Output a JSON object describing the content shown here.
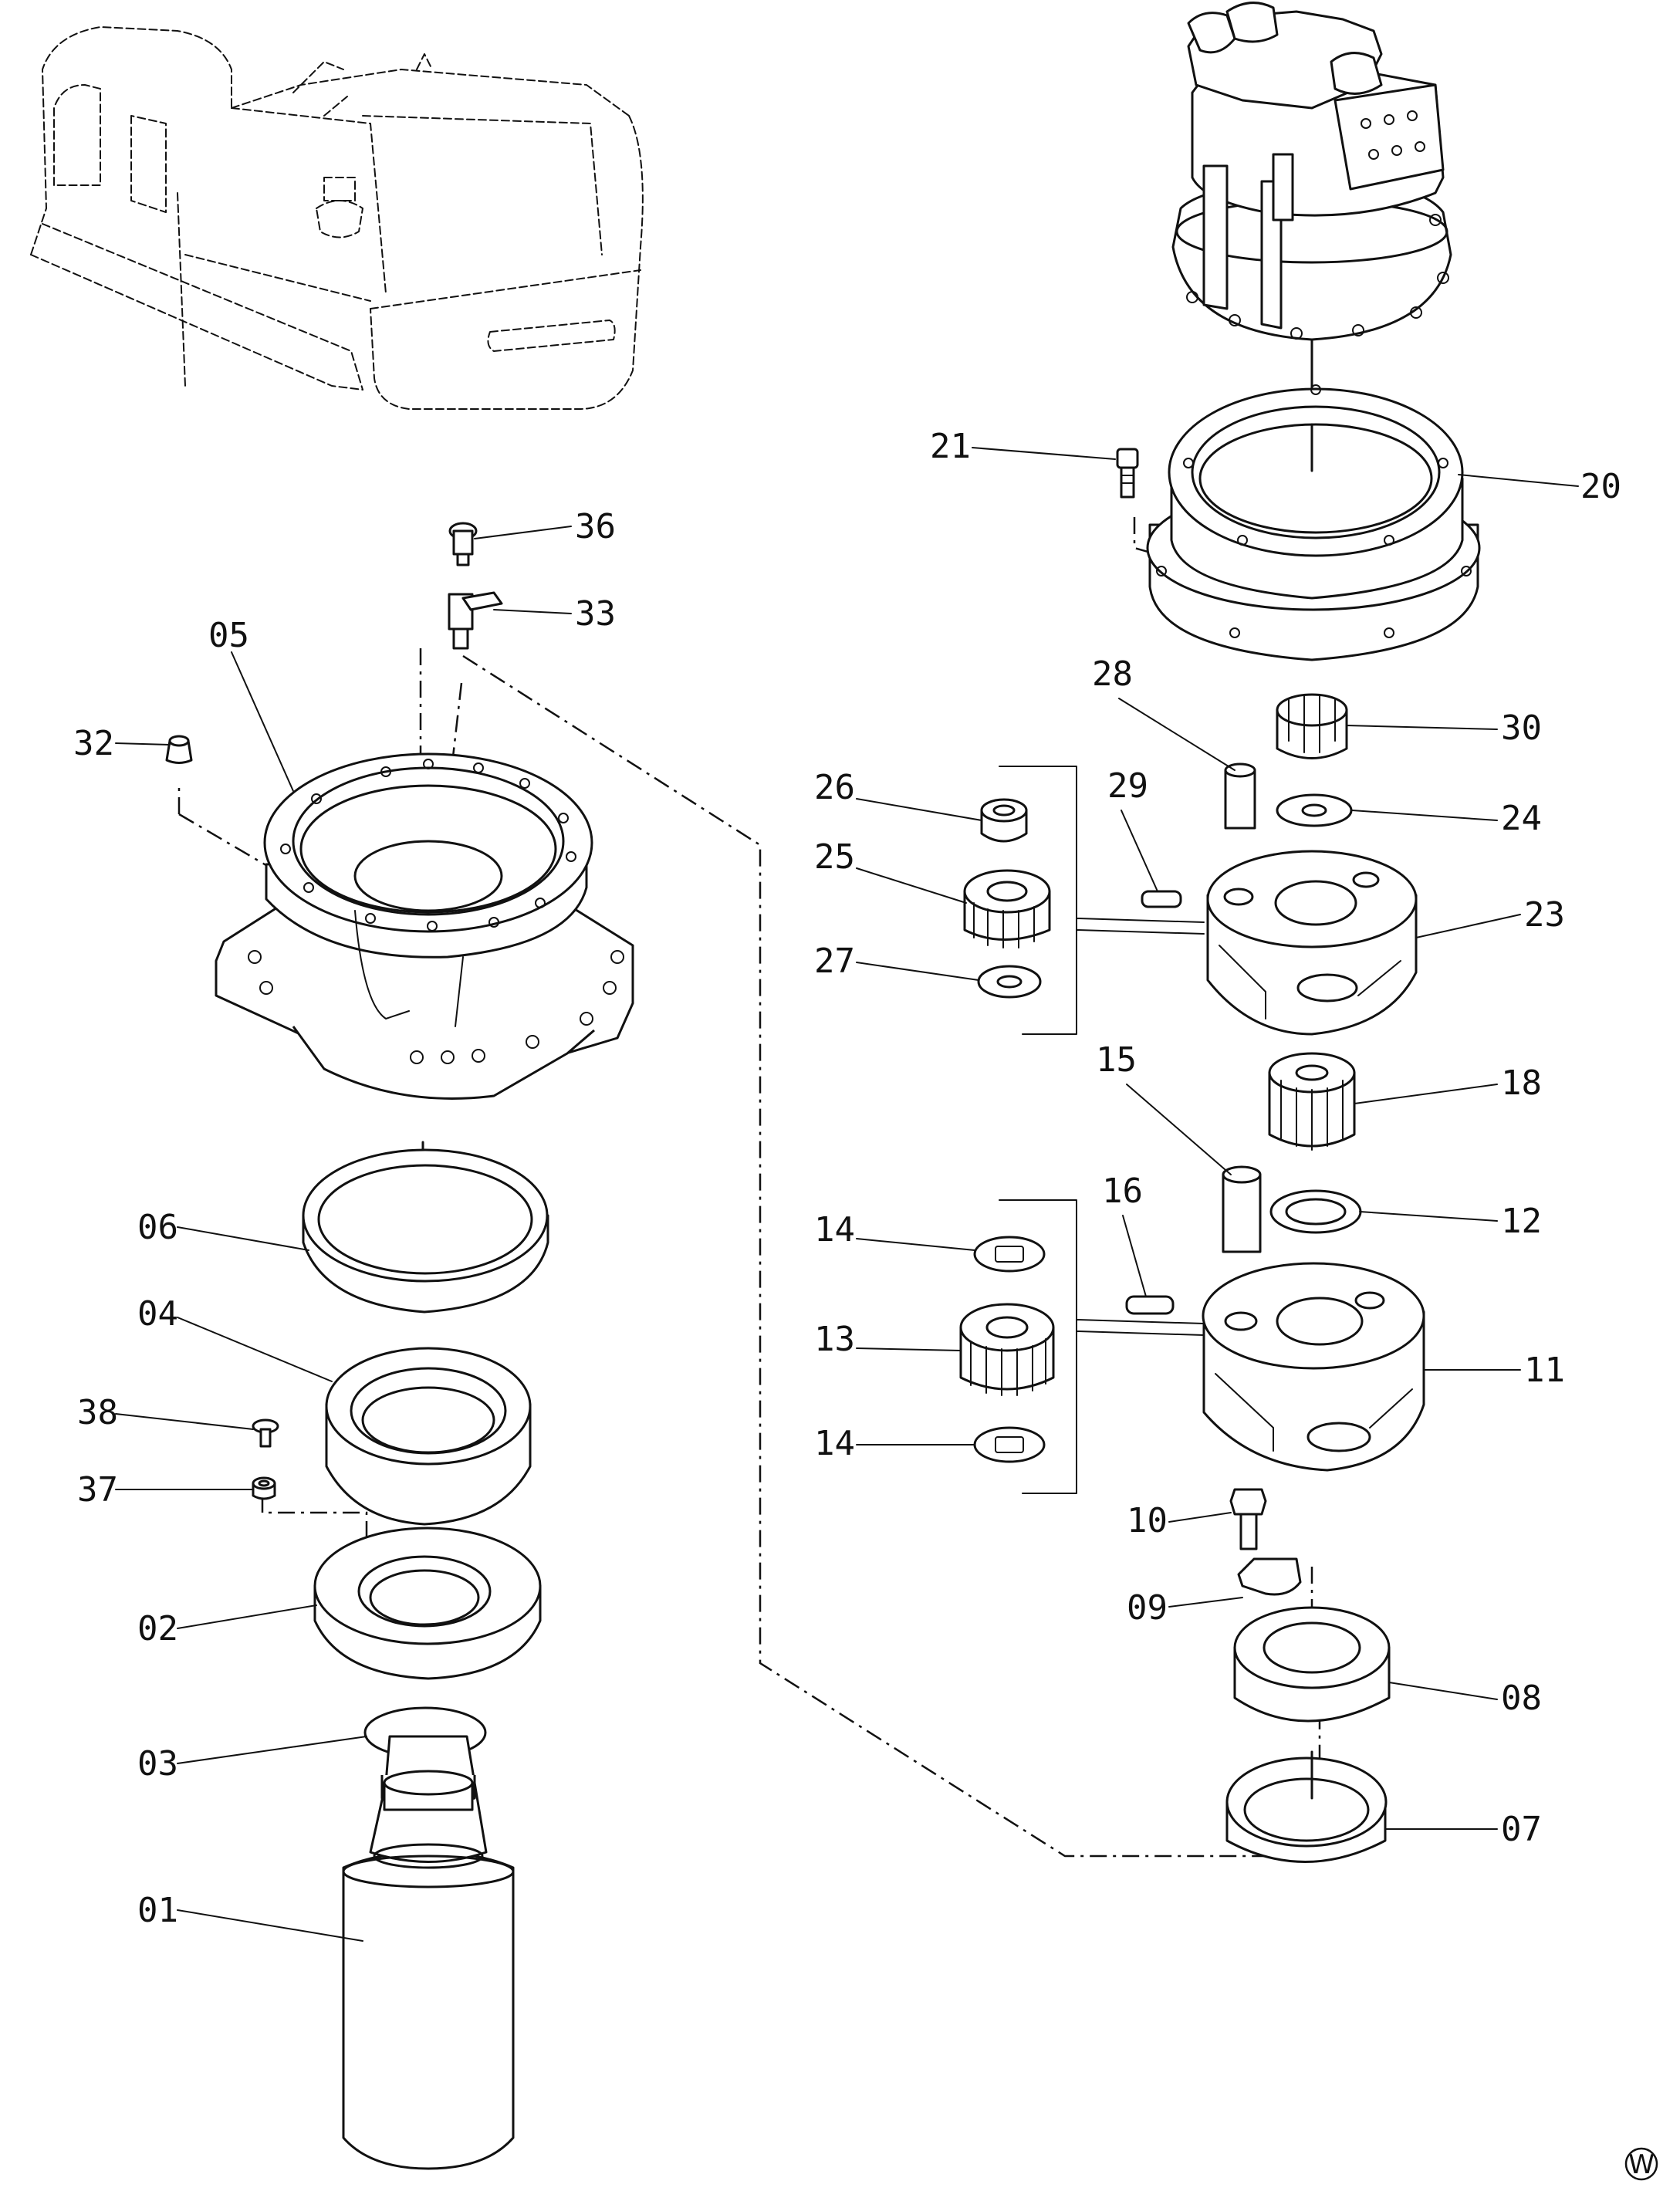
{
  "diagram": {
    "labels": {
      "p01": "01",
      "p02": "02",
      "p03": "03",
      "p04": "04",
      "p05": "05",
      "p06": "06",
      "p07": "07",
      "p08": "08",
      "p09": "09",
      "p10": "10",
      "p11": "11",
      "p12": "12",
      "p13": "13",
      "p14a": "14",
      "p14b": "14",
      "p15": "15",
      "p16": "16",
      "p18": "18",
      "p20": "20",
      "p21": "21",
      "p23": "23",
      "p24": "24",
      "p25": "25",
      "p26": "26",
      "p27": "27",
      "p28": "28",
      "p29": "29",
      "p30": "30",
      "p32": "32",
      "p33": "33",
      "p36": "36",
      "p37": "37",
      "p38": "38"
    },
    "corner_mark": "W"
  }
}
